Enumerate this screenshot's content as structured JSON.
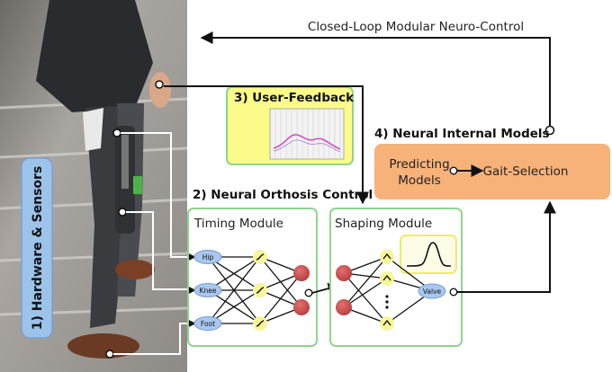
{
  "title": "Closed-Loop Modular Neuro-Control",
  "hardware": {
    "label": "1) Hardware & Sensors"
  },
  "feedback": {
    "label": "3) User-Feedback"
  },
  "orthosis": {
    "label": "2) Neural Orthosis Control"
  },
  "internal_models": {
    "label": "4) Neural Internal Models",
    "predicting_line1": "Predicting",
    "predicting_line2": "Models",
    "gait_selection": "Gait-Selection"
  },
  "timing": {
    "label": "Timing Module",
    "inputs": [
      "Hip",
      "Knee",
      "Foot"
    ]
  },
  "shaping": {
    "label": "Shaping Module",
    "output": "Valve"
  },
  "colors": {
    "module_border": "#8fd48f",
    "feedback_fill": "#fbfb8a",
    "internal_fill": "#f7b27a",
    "hardware_label_fill": "#9cc3ea",
    "node_blue": "#a9c7ee",
    "node_yellow": "#f6f59a",
    "node_red": "#cf5050",
    "curve_pink": "#d04ec0"
  }
}
